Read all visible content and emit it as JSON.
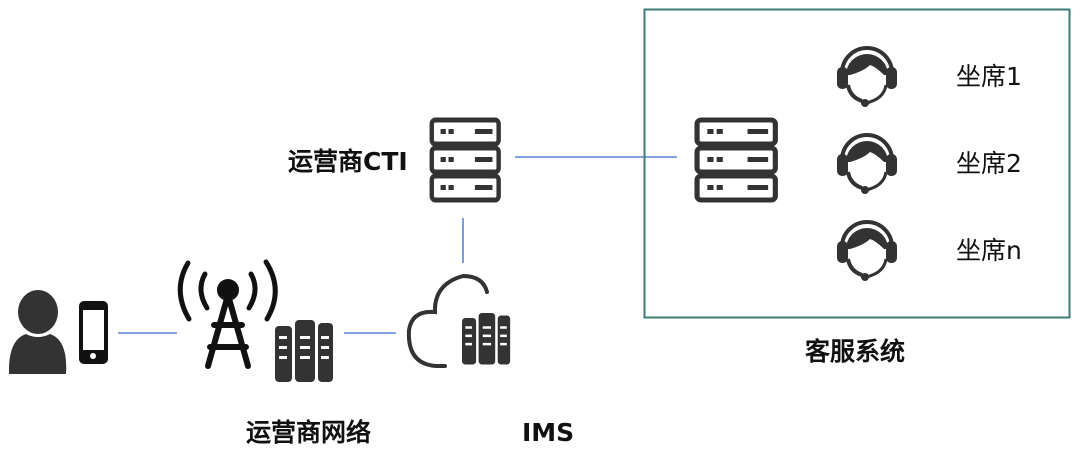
{
  "labels": {
    "cti": "运营商CTI",
    "network": "运营商网络",
    "ims": "IMS",
    "customer_service": "客服系统",
    "agents": [
      "坐席1",
      "坐席2",
      "坐席n"
    ]
  },
  "icons": {
    "user": "person-icon",
    "phone": "smartphone-icon",
    "tower": "cell-tower-icon",
    "rack": "server-rack-icon",
    "cloud": "cloud-icon",
    "server": "server-stack-icon",
    "agent": "headset-agent-icon"
  },
  "colors": {
    "connector": "#5b86d6",
    "box_border": "#3b7d78",
    "icon": "#333333"
  }
}
